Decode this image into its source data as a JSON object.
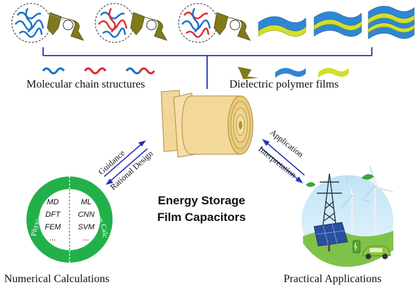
{
  "labels": {
    "molecular": "Molecular chain structures",
    "dielectric": "Dielectric polymer films",
    "center_line1": "Energy Storage",
    "center_line2": "Film Capacitors",
    "numerical": "Numerical Calculations",
    "practical": "Practical Applications"
  },
  "arrows": {
    "left_upper": "Guidance",
    "left_lower": "Rational Design",
    "right_upper": "Application",
    "right_lower": "Interpretation"
  },
  "methods": {
    "physics_title": "Physics-Based Calculation",
    "data_title": "Data-Driven Calculation",
    "physics": [
      "MD",
      "DFT",
      "FEM",
      "..."
    ],
    "data": [
      "ML",
      "CNN",
      "SVM",
      "..."
    ]
  },
  "colors": {
    "blue_chain": "#1a6fc4",
    "red_chain": "#e0282c",
    "film_olive": "#7f7a1b",
    "film_blue": "#2f86d6",
    "film_yellow": "#d2df2a",
    "bracket": "#2236b8",
    "ring_green": "#23b04a",
    "arrow_blue": "#2236b8"
  }
}
